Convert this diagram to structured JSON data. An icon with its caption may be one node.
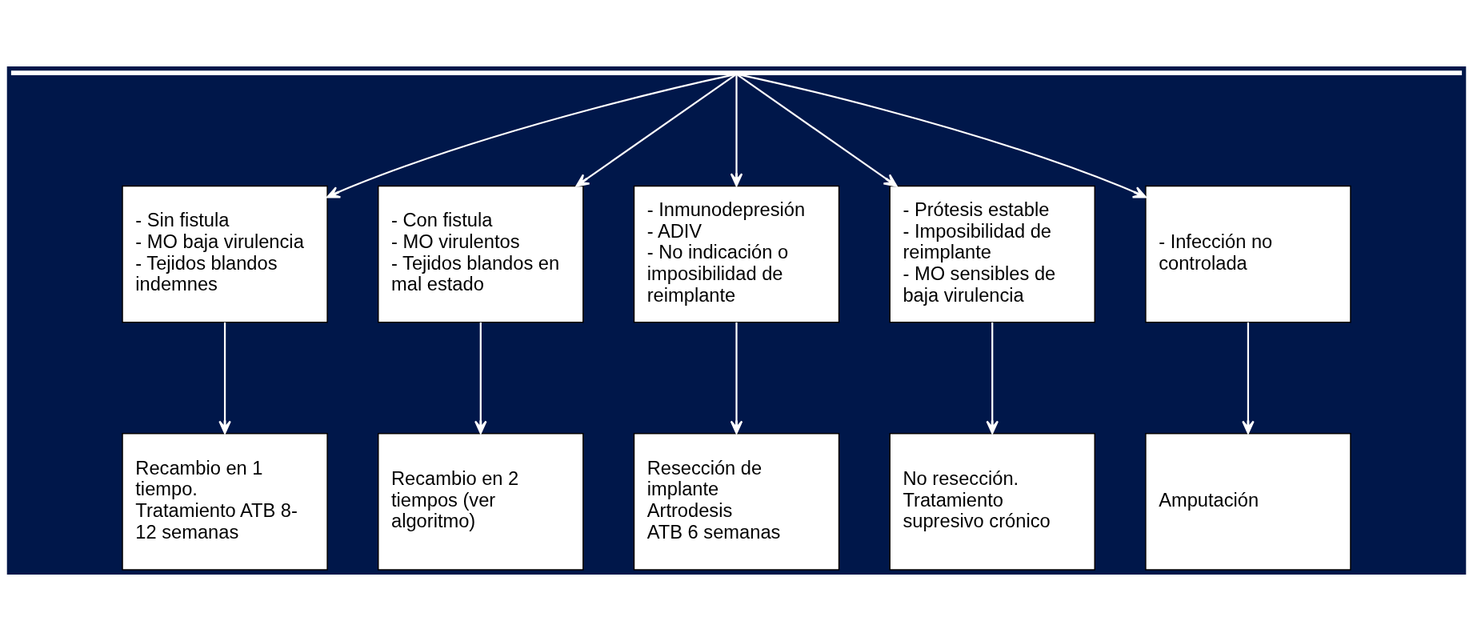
{
  "diagram": {
    "nodes": [
      {
        "text": [],
        "shape": "bar"
      },
      {
        "text": [
          "- Sin fistula",
          "- MO baja virulencia",
          "- Tejidos blandos indemnes"
        ]
      },
      {
        "text": [
          "- Con fistula",
          "- MO virulentos",
          "- Tejidos blandos en mal estado"
        ]
      },
      {
        "text": [
          "- Inmunodepresión",
          "- ADIV",
          "- No indicación o imposibilidad de reimplante"
        ]
      },
      {
        "text": [
          "- Prótesis estable",
          "- Imposibilidad de reimplante",
          "- MO sensibles de baja virulencia"
        ]
      },
      {
        "text": [
          "- Infección no controlada"
        ]
      },
      {
        "text": [
          "Recambio en 1 tiempo.",
          "Tratamiento ATB 8- 12 semanas"
        ]
      },
      {
        "text": [
          "Recambio en 2 tiempos (ver algoritmo)"
        ]
      },
      {
        "text": [
          "Resección de implante",
          "Artrodesis",
          "ATB 6 semanas"
        ]
      },
      {
        "text": [
          "No resección.",
          "Tratamiento supresivo crónico"
        ]
      },
      {
        "text": [
          "Amputación"
        ]
      }
    ],
    "edges": [
      {
        "from": 0,
        "to": 1,
        "arrow": "to"
      },
      {
        "from": 0,
        "to": 2,
        "arrow": "to"
      },
      {
        "from": 0,
        "to": 3,
        "arrow": "to"
      },
      {
        "from": 0,
        "to": 4,
        "arrow": "to"
      },
      {
        "from": 0,
        "to": 5,
        "arrow": "to"
      },
      {
        "from": 1,
        "to": 6,
        "arrow": "to"
      },
      {
        "from": 2,
        "to": 7,
        "arrow": "to"
      },
      {
        "from": 3,
        "to": 8,
        "arrow": "to"
      },
      {
        "from": 4,
        "to": 9,
        "arrow": "to"
      },
      {
        "from": 5,
        "to": 10,
        "arrow": "to"
      }
    ]
  }
}
